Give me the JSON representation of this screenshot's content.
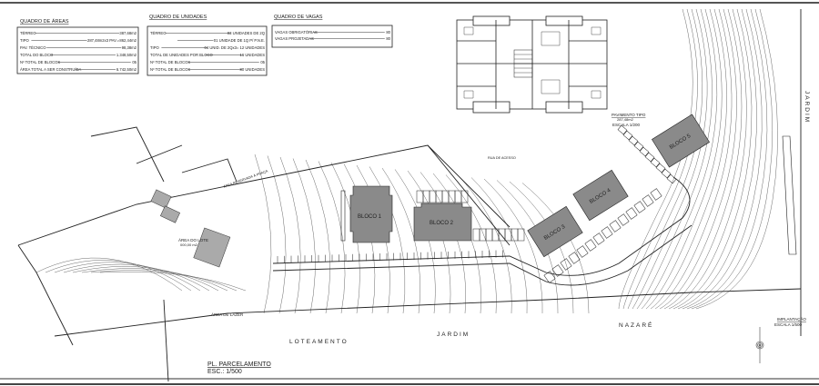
{
  "tables": {
    "areas": {
      "title": "QUADRO DE ÁREAS",
      "rows": [
        {
          "label": "TÉRREO",
          "mid": "",
          "value": "387,68m2"
        },
        {
          "label": "TIPO",
          "mid": "287,48m2x3 PAV.=",
          "value": "862,44m2"
        },
        {
          "label": "PAV. TÉCNICO",
          "mid": "",
          "value": "98,38m2"
        },
        {
          "label": "TOTAL DO BLOCO",
          "mid": "",
          "value": "1.348,50m2"
        },
        {
          "label": "Nº TOTAL DE BLOCOS",
          "mid": "",
          "value": "05"
        },
        {
          "label": "ÁREA TOTAL A SER CONSTRUÍDA",
          "mid": "",
          "value": "6.742,50m2"
        }
      ]
    },
    "unidades": {
      "title": "QUADRO DE UNIDADES",
      "rows": [
        {
          "label": "TÉRREO",
          "value": "03 UNIDADES DE 2Q"
        },
        {
          "label": "",
          "value": "01 UNIDADE DE 1Q P/ P.N.E."
        },
        {
          "label": "TIPO",
          "value": "04 UNID. DE 2Qx3= 12 UNIDADES"
        },
        {
          "label": "TOTAL DE UNIDADES POR BLOCO",
          "value": "16 UNIDADES"
        },
        {
          "label": "Nº TOTAL DE BLOCOS",
          "value": "05"
        },
        {
          "label": "Nº TOTAL DE BLOCOS",
          "value": "80 UNIDADES"
        }
      ]
    },
    "vagas": {
      "title": "QUADRO DE VAGAS",
      "rows": [
        {
          "label": "VAGAS OBRIGATÓRIAS",
          "value": "80"
        },
        {
          "label": "VAGAS PROJETADAS",
          "value": "80"
        }
      ]
    }
  },
  "floor_plan": {
    "title": "PAVIMENTO TIPO",
    "area": "287,48m2",
    "scale": "ESCALA 1/200"
  },
  "blocks": [
    "BLOCO 1",
    "BLOCO 2",
    "BLOCO 3",
    "BLOCO 4",
    "BLOCO 5"
  ],
  "site_labels": {
    "area_lote": "ÁREA DO LOTE",
    "area_lote_value": "000,00 m2",
    "area_lazer": "ÁREA DE LAZER",
    "area_reservada": "ÁREA RESERVADA À PRAÇA",
    "road": "RUA DE ACESSO",
    "loteamento": "LOTEAMENTO",
    "jardim": "JARDIM",
    "nazare": "NAZARÉ",
    "jardim_vertical": "JARDIM"
  },
  "implantacao": {
    "title": "IMPLANTAÇÃO",
    "scale": "ESCALA 1/500"
  },
  "parcelamento": {
    "title": "PL. PARCELAMENTO",
    "scale": "ESC.: 1/500"
  },
  "colors": {
    "building_fill": "#8a8a8a",
    "line": "#222222",
    "contour": "#6a6a6a"
  }
}
